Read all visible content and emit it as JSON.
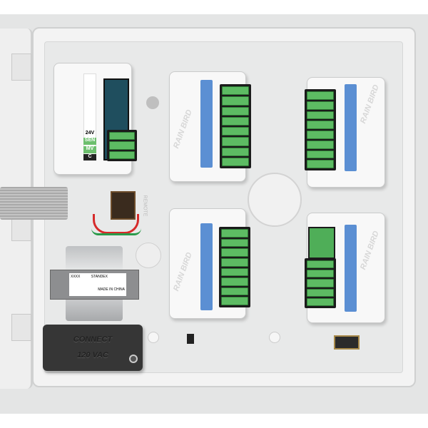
{
  "power_module": {
    "voltage_label": "24V",
    "sen_label": "SEN",
    "mv_label": "MV",
    "c_label": "C"
  },
  "brand_logo": "RAIN BIRD",
  "remote_label": "REMOTE",
  "transformer": {
    "model": "XXXX",
    "maker": "STANDEX",
    "origin": "MADE IN CHINA"
  },
  "connect_cover": {
    "line1": "CONNECT",
    "line2": "120 VAC"
  },
  "colors": {
    "module_stripe": "#5b8fd3",
    "terminal_green": "#5dbb63",
    "cover": "#333333"
  }
}
